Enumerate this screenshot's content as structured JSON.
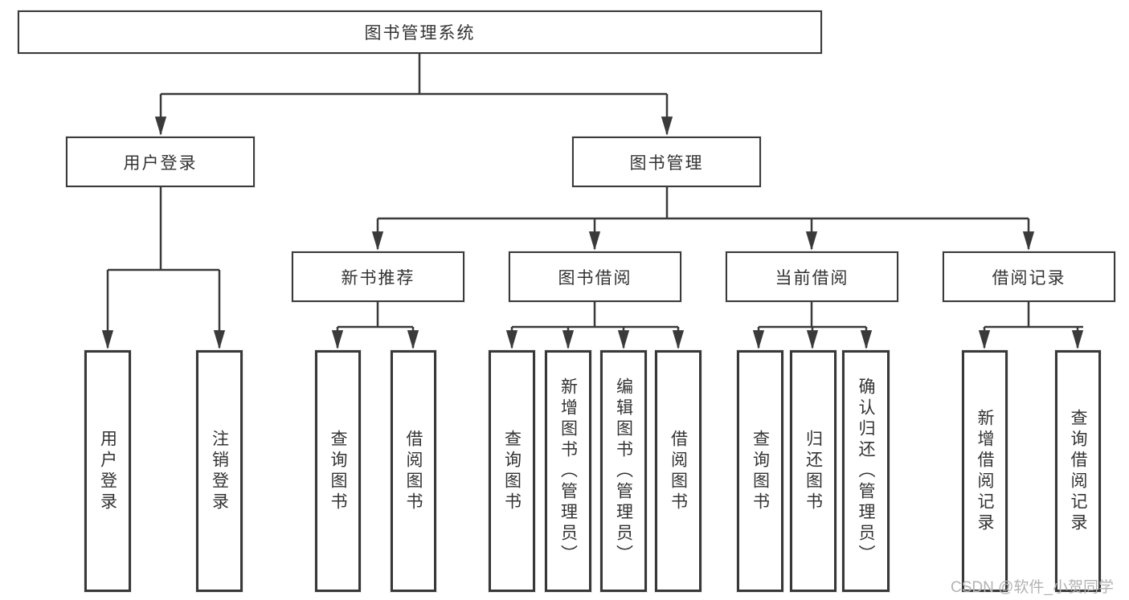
{
  "tree": {
    "root": {
      "label": "图书管理系统"
    },
    "branches": [
      {
        "label": "用户登录",
        "children": [
          {
            "label": "用户登录"
          },
          {
            "label": "注销登录"
          }
        ]
      },
      {
        "label": "图书管理",
        "children": [
          {
            "label": "新书推荐",
            "children": [
              {
                "label": "查询图书"
              },
              {
                "label": "借阅图书"
              }
            ]
          },
          {
            "label": "图书借阅",
            "children": [
              {
                "label": "查询图书"
              },
              {
                "label": "新增图书（管理员）"
              },
              {
                "label": "编辑图书（管理员）"
              },
              {
                "label": "借阅图书"
              }
            ]
          },
          {
            "label": "当前借阅",
            "children": [
              {
                "label": "查询图书"
              },
              {
                "label": "归还图书"
              },
              {
                "label": "确认归还（管理员）"
              }
            ]
          },
          {
            "label": "借阅记录",
            "children": [
              {
                "label": "新增借阅记录"
              },
              {
                "label": "查询借阅记录"
              }
            ]
          }
        ]
      }
    ]
  },
  "watermark": "CSDN @软件_小贺同学",
  "colors": {
    "line": "#3a3a3a",
    "text": "#333333",
    "watermark": "#b3b3b3"
  }
}
